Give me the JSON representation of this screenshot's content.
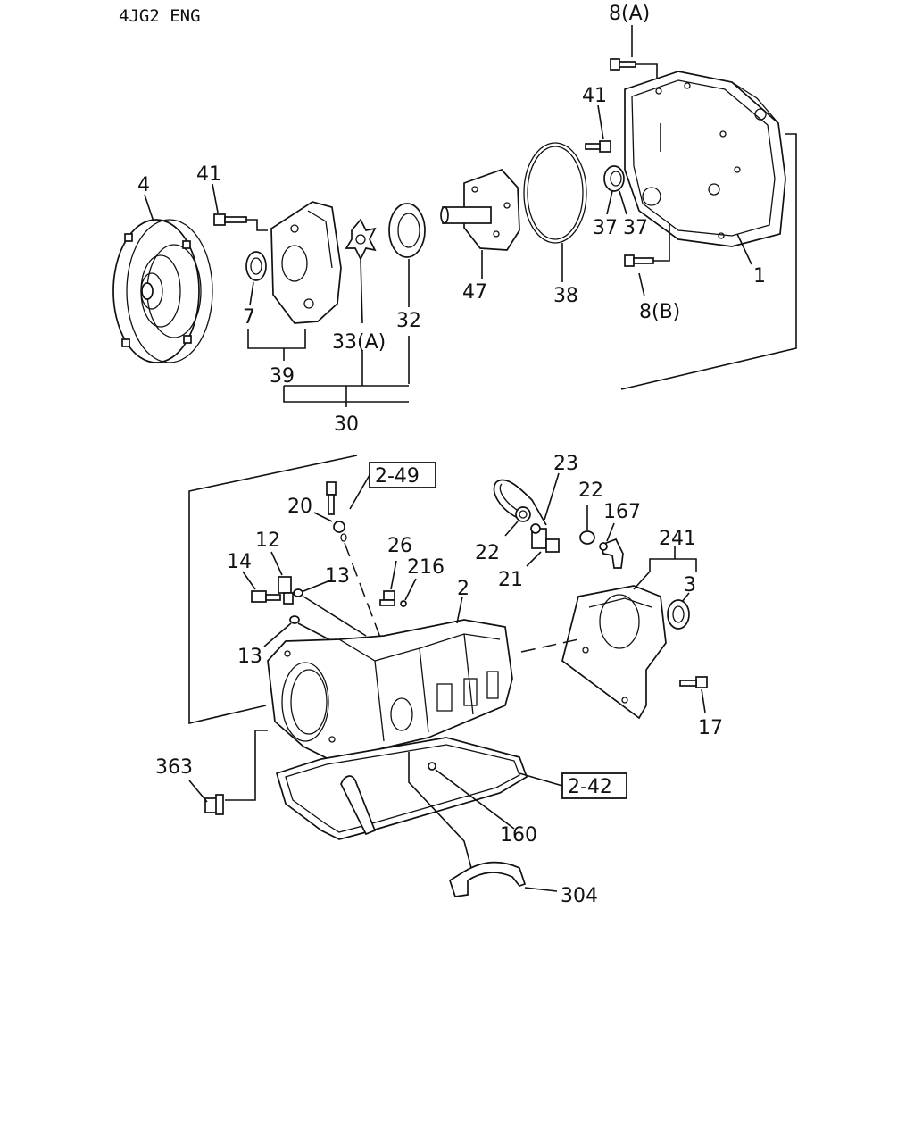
{
  "header": {
    "engine_code": "4JG2  ENG"
  },
  "callouts": {
    "c8a": "8(A)",
    "c41a": "41",
    "c4": "4",
    "c41b": "41",
    "c37a": "37",
    "c37b": "37",
    "c1": "1",
    "c8b": "8(B)",
    "c7": "7",
    "c47": "47",
    "c38": "38",
    "c33a": "33(A)",
    "c32": "32",
    "c39": "39",
    "c30": "30",
    "c23": "23",
    "c22a": "22",
    "c167": "167",
    "c20": "20",
    "c22b": "22",
    "c241": "241",
    "c12": "12",
    "c26": "26",
    "c216": "216",
    "c14": "14",
    "c13a": "13",
    "c2": "2",
    "c21": "21",
    "c3": "3",
    "c13b": "13",
    "c17": "17",
    "c363": "363",
    "c160": "160",
    "c304": "304"
  },
  "references": {
    "r249": "2-49",
    "r242": "2-42"
  }
}
